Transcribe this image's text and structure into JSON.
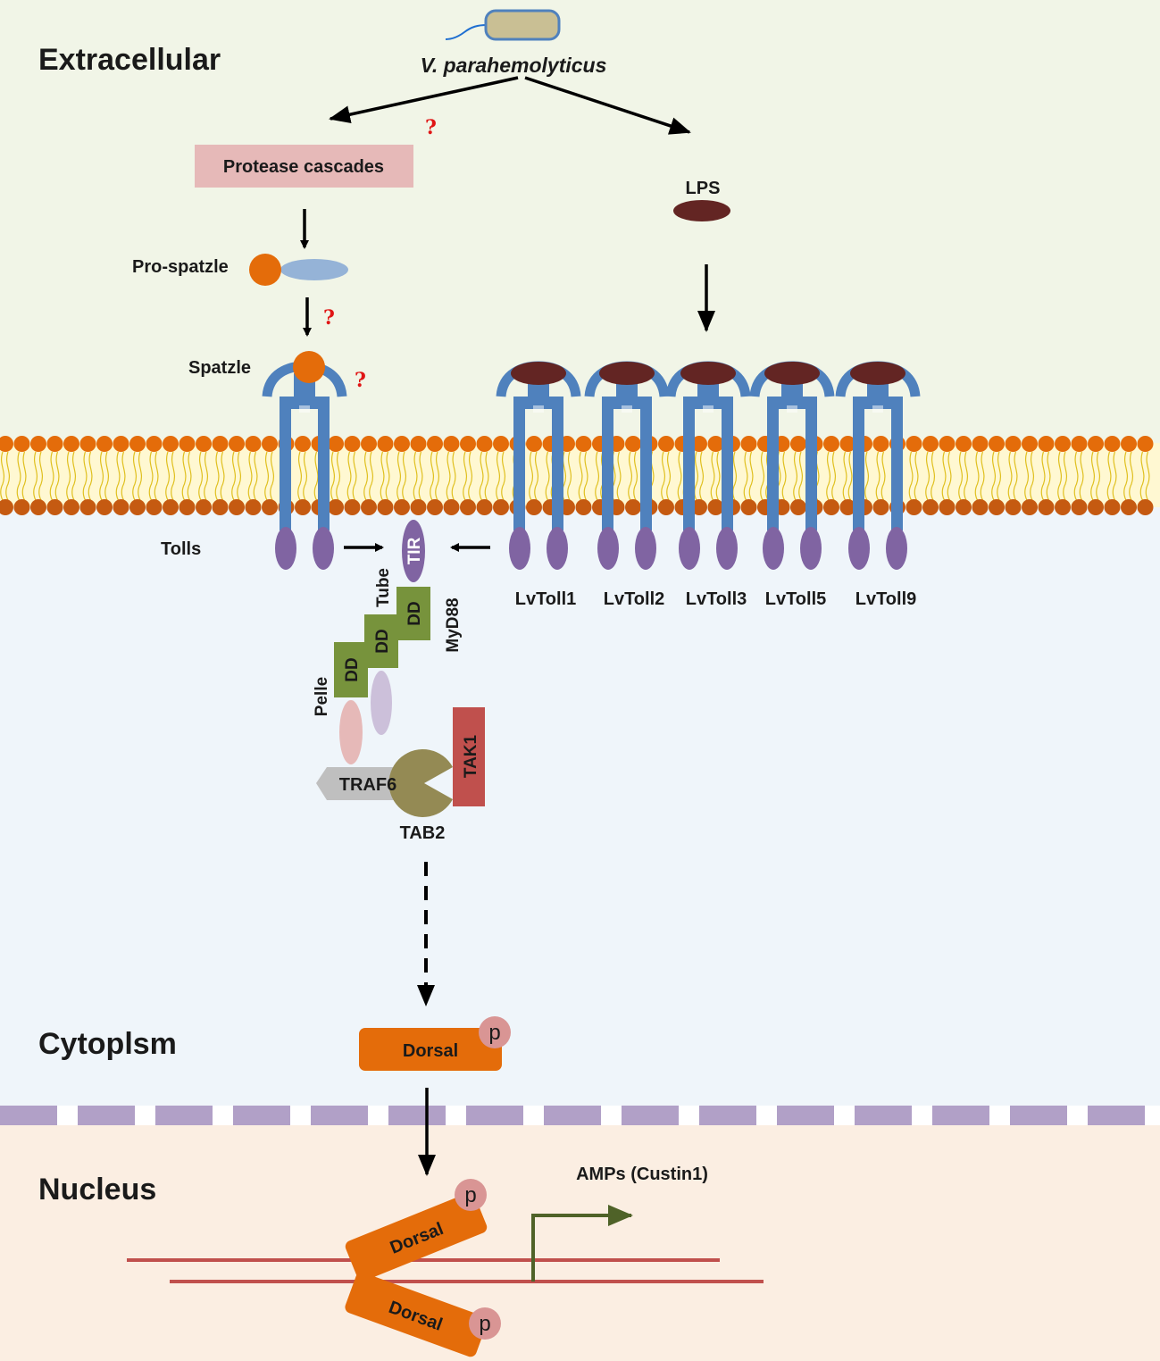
{
  "regions": {
    "extracellular": "Extracellular",
    "cytoplasm": "Cytoplsm",
    "nucleus": "Nucleus"
  },
  "pathogen": {
    "name": "V. parahemolyticus"
  },
  "unknown_mark": "?",
  "left_pathway": {
    "protease": "Protease cascades",
    "pro_spatzle": "Pro-spatzle",
    "spatzle": "Spatzle",
    "tolls": "Tolls"
  },
  "right_pathway": {
    "lps": "LPS",
    "receptors": [
      "LvToll1",
      "LvToll2",
      "LvToll3",
      "LvToll5",
      "LvToll9"
    ]
  },
  "adaptors": {
    "tir": "TIR",
    "dd": "DD",
    "myd88": "MyD88",
    "tube": "Tube",
    "pelle": "Pelle",
    "traf6": "TRAF6",
    "tab2": "TAB2",
    "tak1": "TAK1"
  },
  "transcription": {
    "dorsal": "Dorsal",
    "phospho": "p",
    "amps": "AMPs (Custin1)"
  },
  "colors": {
    "extracellular_bg": "#f1f5e7",
    "cytoplasm_bg": "#eff5fa",
    "nucleus_bg": "#fbeee2",
    "receptor_blue": "#4f81bd",
    "tir_purple": "#8064a2",
    "lps_maroon": "#632523",
    "spatzle_orange": "#e46c0a",
    "dd_green": "#77933c",
    "tak1_red": "#c0504d",
    "tab2_olive": "#948a54",
    "envelope_lavender": "#b1a0c7"
  }
}
